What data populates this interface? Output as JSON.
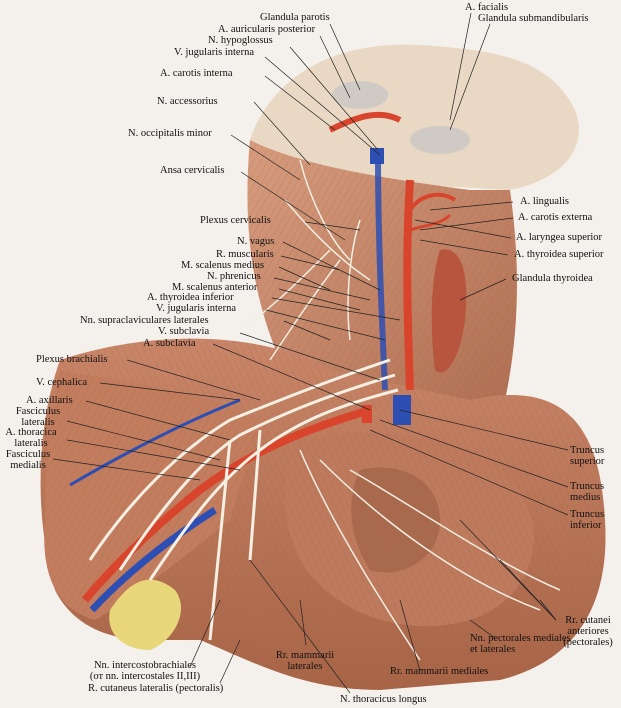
{
  "labels": {
    "glandula_parotis": "Glandula parotis",
    "a_auricularis_posterior": "A. auricularis posterior",
    "n_hypoglossus": "N. hypoglossus",
    "v_jugularis_interna_top": "V. jugularis interna",
    "a_carotis_interna": "A. carotis interna",
    "n_accessorius": "N. accessorius",
    "n_occipitalis_minor": "N. occipitalis minor",
    "ansa_cervicalis": "Ansa cervicalis",
    "plexus_cervicalis": "Plexus cervicalis",
    "n_vagus": "N. vagus",
    "r_muscularis": "R. muscularis",
    "m_scalenus_medius": "M. scalenus medius",
    "n_phrenicus": "N. phrenicus",
    "m_scalenus_anterior": "M. scalenus anterior",
    "a_thyroidea_inferior": "A. thyroidea inferior",
    "v_jugularis_interna_low": "V. jugularis  interna",
    "nn_supraclaviculares_laterales": "Nn. supraclaviculares laterales",
    "v_subclavia": "V. subclavia",
    "a_subclavia": "A. subclavia",
    "plexus_brachialis": "Plexus brachialis",
    "v_cephalica": "V. cephalica",
    "a_axillaris": "A. axillaris",
    "fasciculus_lateralis_1": "Fasciculus",
    "fasciculus_lateralis_2": "lateralis",
    "a_thoracica_lateralis_1": "A. thoracica",
    "a_thoracica_lateralis_2": "lateralis",
    "fasciculus_medialis_1": "Fasciculus",
    "fasciculus_medialis_2": "medialis",
    "a_facialis": "A. facialis",
    "glandula_submandibularis": "Glandula submandibularis",
    "a_lingualis": "A. lingualis",
    "a_carotis_externa": "A. carotis externa",
    "a_laryngea_superior": "A. laryngea superior",
    "a_thyroidea_superior": "A. thyroidea superior",
    "glandula_thyroidea": "Glandula thyroidea",
    "truncus_superior_1": "Truncus",
    "truncus_superior_2": "superior",
    "truncus_medius_1": "Truncus",
    "truncus_medius_2": "medius",
    "truncus_inferior_1": "Truncus",
    "truncus_inferior_2": "inferior",
    "rr_cutanei_1": "Rr. cutanei",
    "rr_cutanei_2": "anteriores",
    "rr_cutanei_3": "(pectorales)",
    "nn_pectorales_1": "Nn. pectorales mediales",
    "nn_pectorales_2": "et laterales",
    "rr_mammarii_mediales": "Rr. mammarii mediales",
    "rr_mammarii_laterales_1": "Rr. mammarii",
    "rr_mammarii_laterales_2": "laterales",
    "nn_intercostobrachiales_1": "Nn. intercostobrachiales",
    "nn_intercostobrachiales_2": "(от nn. intercostales II,III)",
    "r_cutaneus_lateralis": "R. cutaneus lateralis (pectoralis)",
    "n_thoracicus_longus": "N. thoracicus longus"
  },
  "colors": {
    "muscle": "#c98a6c",
    "muscle_dark": "#a4644a",
    "artery": "#d8452c",
    "vein": "#2d4fb3",
    "nerve": "#f3efe2",
    "gland": "#cfcbc4",
    "fat": "#e8d67a",
    "background": "#f4f1ec"
  }
}
